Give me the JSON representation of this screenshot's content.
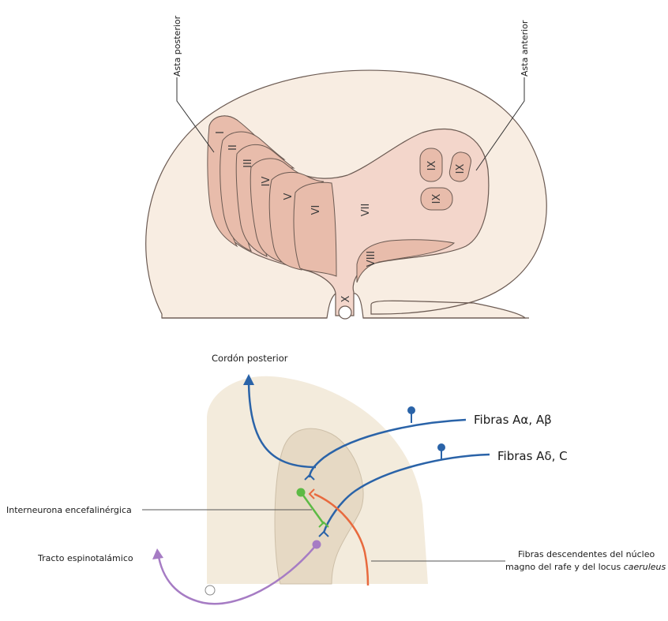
{
  "top_section": {
    "label_posterior_horn": "Asta posterior",
    "label_anterior_horn": "Asta anterior",
    "laminae": [
      "I",
      "II",
      "III",
      "IV",
      "V",
      "VI",
      "VII",
      "VIII",
      "IX",
      "IX",
      "IX",
      "X"
    ]
  },
  "bottom_section": {
    "label_posterior_column": "Cordón posterior",
    "label_fibers_a_alpha_beta": "Fibras Aα, Aβ",
    "label_fibers_a_delta_c": "Fibras Aδ, C",
    "label_interneuron": "Interneurona encefalinérgica",
    "label_spinothalamic": "Tracto espinotalámico",
    "label_descending_line1": "Fibras descendentes del núcleo",
    "label_descending_line2_prefix": "magno del rafe y del locus ",
    "label_descending_line2_italic": "caeruleus"
  },
  "colors": {
    "white_matter": "#f8ede2",
    "gray_matter": "#f3d6cb",
    "laminae_fill": "#e8bcab",
    "outline": "#6b5a52",
    "region_bg": "#f3ebdc",
    "horn_fill": "#e6d9c4",
    "blue_fiber": "#2a63a8",
    "green_interneuron": "#5dba45",
    "orange_descending": "#e86a3e",
    "purple_tract": "#a67cc4"
  }
}
